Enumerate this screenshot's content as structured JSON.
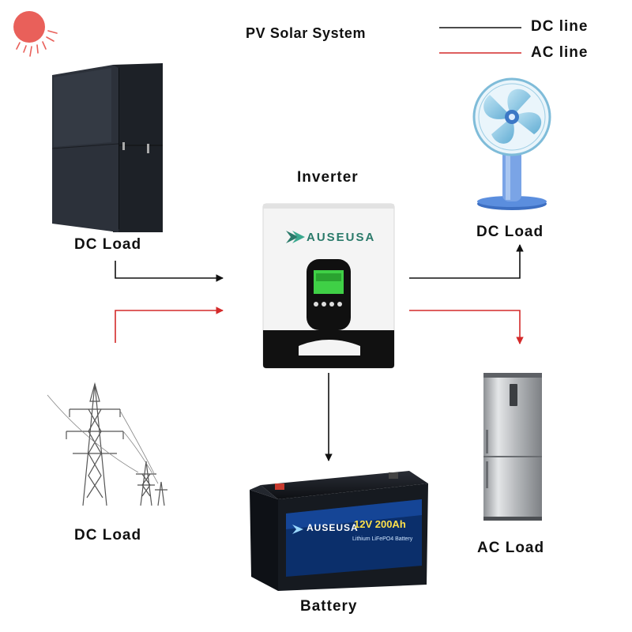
{
  "title": "PV Solar System",
  "legend": {
    "dc_line": "DC line",
    "ac_line": "AC line",
    "dc_color": "#111111",
    "ac_color": "#d42a2a"
  },
  "inverter": {
    "label": "Inverter",
    "brand": "AUSEUSA"
  },
  "nodes": {
    "solar_panel_label": "DC Load",
    "fan_label": "DC Load",
    "grid_label": "DC Load",
    "fridge_label": "AC Load",
    "battery_label": "Battery"
  },
  "battery": {
    "brand": "AUSEUSA",
    "capacity": "12V 200Ah",
    "chemistry": "Lithium LiFePO4 Battery"
  },
  "icons": {
    "sun": "sun-icon",
    "solar_panel": "solar-panel-icon",
    "fan": "fan-icon",
    "grid": "power-tower-icon",
    "fridge": "refrigerator-icon",
    "battery": "battery-icon",
    "inverter": "inverter-icon"
  }
}
